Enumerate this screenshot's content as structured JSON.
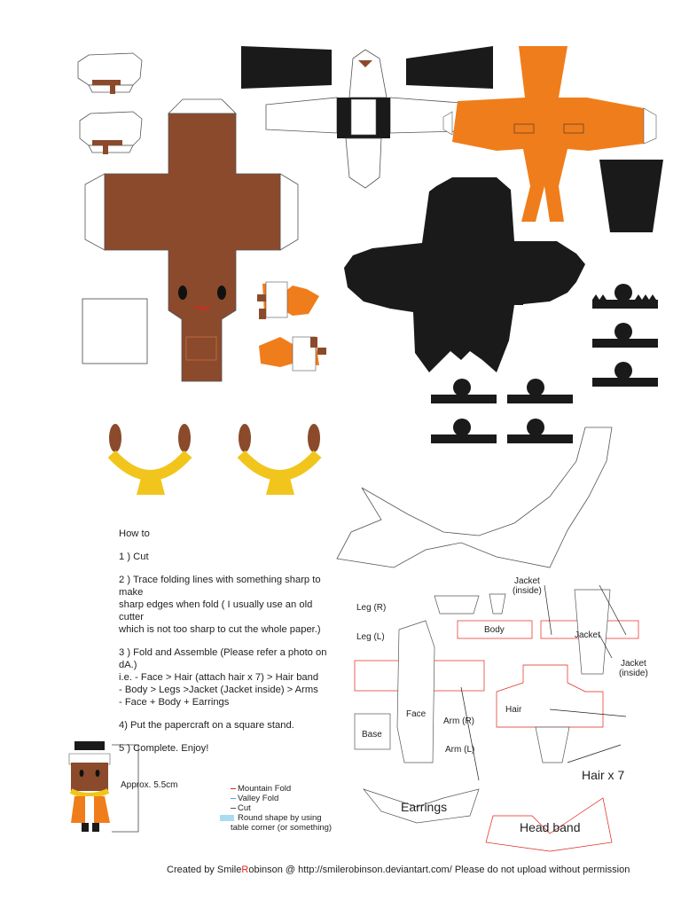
{
  "instructions": {
    "heading": "How to",
    "steps": [
      "1 ) Cut",
      "2 ) Trace folding lines with something sharp to make\nsharp edges when fold ( I usually use an old cutter\nwhich is not too sharp to cut the whole paper.)",
      "3 ) Fold and Assemble (Please refer a photo on dA.)\ni.e. - Face > Hair (attach hair x 7) > Hair band\n - Body > Legs >Jacket (Jacket inside) > Arms\n- Face + Body + Earrings",
      "4) Put the papercraft on a square stand.",
      "5 ) Complete. Enjoy!"
    ]
  },
  "size_note": "Approx. 5.5cm",
  "legend": {
    "mountain": "Mountain Fold",
    "valley": "Valley Fold",
    "cut": "Cut",
    "round_line1": "Round shape by using",
    "round_line2": "table corner (or something)"
  },
  "diagram_labels": {
    "jacket_inside_top": "Jacket\n(inside)",
    "leg_r": "Leg (R)",
    "leg_l": "Leg (L)",
    "body": "Body",
    "jacket": "Jacket",
    "jacket_inside_right": "Jacket\n(inside)",
    "hair": "Hair",
    "face": "Face",
    "base": "Base",
    "arm_r": "Arm (R)",
    "arm_l": "Arm (L)",
    "hair_x7": "Hair x 7",
    "earrings": "Earrings",
    "head_band": "Head band"
  },
  "footer": {
    "prefix": "Created by Smile",
    "highlight": "R",
    "suffix": "obinson @ http://smilerobinson.deviantart.com/ Please do not upload without permission"
  },
  "colors": {
    "skin": "#8b4a2b",
    "orange": "#f07d1b",
    "black": "#1a1a1a",
    "gold": "#f2c51c",
    "mountain_fold": "#e0241b",
    "valley_fold": "#4aa6d8"
  }
}
